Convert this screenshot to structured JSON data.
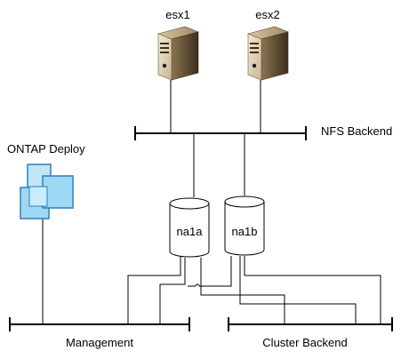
{
  "hosts": [
    {
      "id": "esx1",
      "label": "esx1"
    },
    {
      "id": "esx2",
      "label": "esx2"
    }
  ],
  "deploy": {
    "label": "ONTAP Deploy"
  },
  "nodes": [
    {
      "id": "na1a",
      "label": "na1a"
    },
    {
      "id": "na1b",
      "label": "na1b"
    }
  ],
  "networks": {
    "nfs_backend": "NFS Backend",
    "management": "Management",
    "cluster_backend": "Cluster Backend"
  },
  "colors": {
    "line": "#000000",
    "server_body": "#e8dcc6",
    "server_dark": "#4a3b26",
    "deploy_fill": "#9fd8f2",
    "deploy_stroke": "#2a7fc1"
  }
}
